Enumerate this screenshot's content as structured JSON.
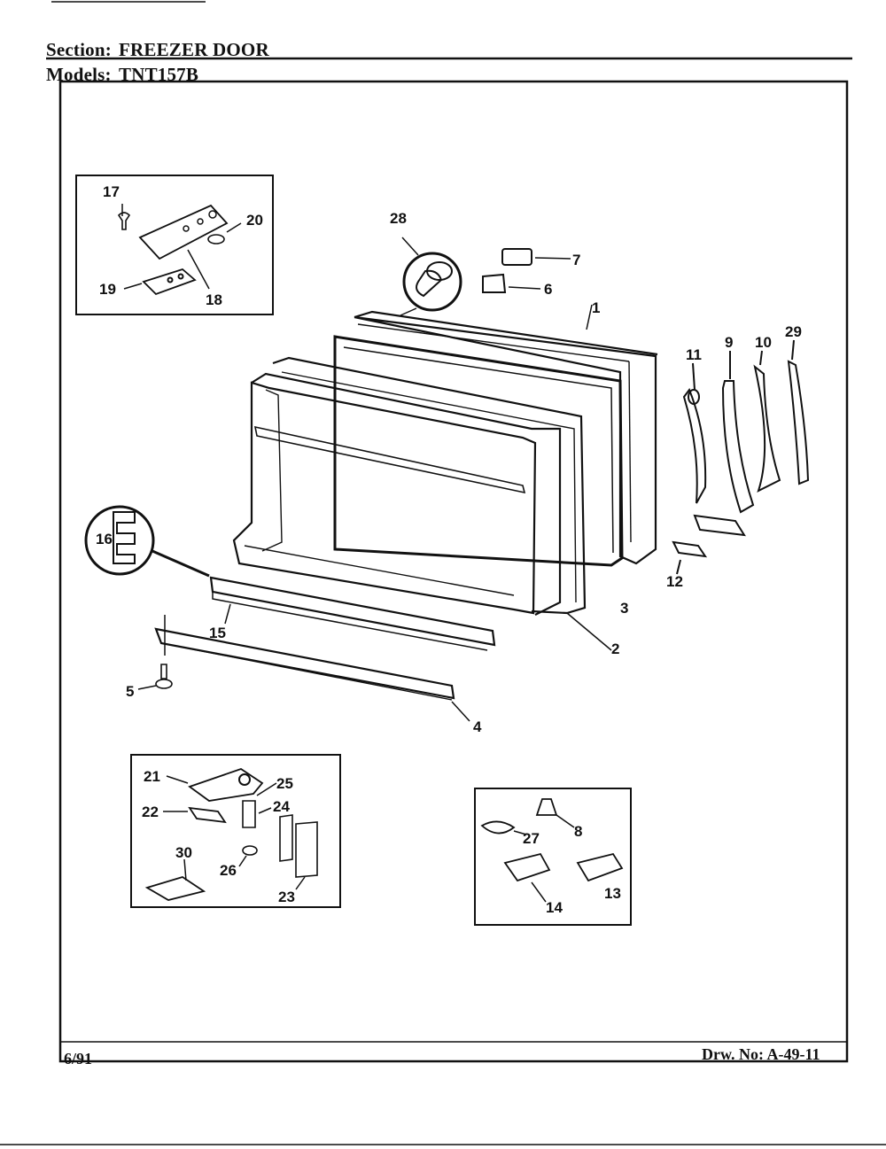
{
  "header": {
    "section_label": "Section:",
    "section_value": "FREEZER DOOR",
    "models_label": "Models:",
    "models_value": "TNT157B"
  },
  "footer": {
    "date": "6/91",
    "drawing_number": "Drw. No: A-49-11"
  },
  "callouts": {
    "p1": "1",
    "p2": "2",
    "p3": "3",
    "p4": "4",
    "p5": "5",
    "p6": "6",
    "p7": "7",
    "p8": "8",
    "p9": "9",
    "p10": "10",
    "p11": "11",
    "p12": "12",
    "p13": "13",
    "p14": "14",
    "p15": "15",
    "p16": "16",
    "p17": "17",
    "p18": "18",
    "p19": "19",
    "p20": "20",
    "p21": "21",
    "p22": "22",
    "p23": "23",
    "p24": "24",
    "p25": "25",
    "p26": "26",
    "p27": "27",
    "p28": "28",
    "p29": "29",
    "p30": "30"
  }
}
